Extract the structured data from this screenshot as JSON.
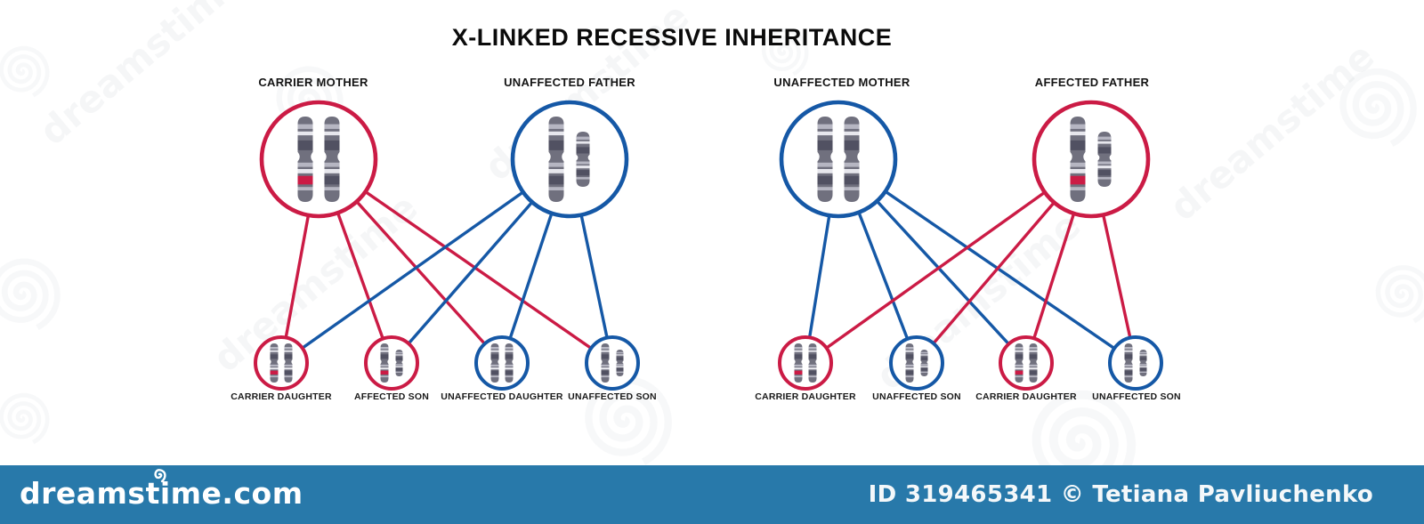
{
  "title": "X-LINKED RECESSIVE INHERITANCE",
  "colors": {
    "affected_red": "#cb1b45",
    "unaffected_blue": "#1558a6",
    "footer_bar": "#2879aa",
    "chromosome_body": "#70707e",
    "chromosome_band_dark": "#515162",
    "chromosome_band_light": "#b6b6c2",
    "chromosome_band_pale": "#e7e7ed",
    "mutation_band": "#cb1b45",
    "text_dark": "#0b0b0b"
  },
  "panels": [
    {
      "name": "left-pedigree",
      "parents": [
        {
          "label": "CARRIER MOTHER",
          "status": "carrier",
          "color": "red",
          "karyotype": "XX",
          "mutation": true
        },
        {
          "label": "UNAFFECTED FATHER",
          "status": "unaffected",
          "color": "blue",
          "karyotype": "XY",
          "mutation": false
        }
      ],
      "children": [
        {
          "label": "CARRIER DAUGHTER",
          "status": "carrier",
          "color": "red",
          "karyotype": "XX",
          "mutation": true
        },
        {
          "label": "AFFECTED SON",
          "status": "affected",
          "color": "red",
          "karyotype": "XY",
          "mutation": true
        },
        {
          "label": "UNAFFECTED DAUGHTER",
          "status": "unaffected",
          "color": "blue",
          "karyotype": "XX",
          "mutation": false
        },
        {
          "label": "UNAFFECTED SON",
          "status": "unaffected",
          "color": "blue",
          "karyotype": "XY",
          "mutation": false
        }
      ]
    },
    {
      "name": "right-pedigree",
      "parents": [
        {
          "label": "UNAFFECTED MOTHER",
          "status": "unaffected",
          "color": "blue",
          "karyotype": "XX",
          "mutation": false
        },
        {
          "label": "AFFECTED FATHER",
          "status": "affected",
          "color": "red",
          "karyotype": "XY",
          "mutation": true
        }
      ],
      "children": [
        {
          "label": "CARRIER DAUGHTER",
          "status": "carrier",
          "color": "red",
          "karyotype": "XX",
          "mutation": true
        },
        {
          "label": "UNAFFECTED SON",
          "status": "unaffected",
          "color": "blue",
          "karyotype": "XY",
          "mutation": false
        },
        {
          "label": "CARRIER DAUGHTER",
          "status": "carrier",
          "color": "red",
          "karyotype": "XX",
          "mutation": true
        },
        {
          "label": "UNAFFECTED SON",
          "status": "unaffected",
          "color": "blue",
          "karyotype": "XY",
          "mutation": false
        }
      ]
    }
  ],
  "watermark": {
    "text": "dreamstime"
  },
  "footer": {
    "logo": "dreamstime.com",
    "credit": "ID 319465341 © Tetiana Pavliuchenko"
  }
}
